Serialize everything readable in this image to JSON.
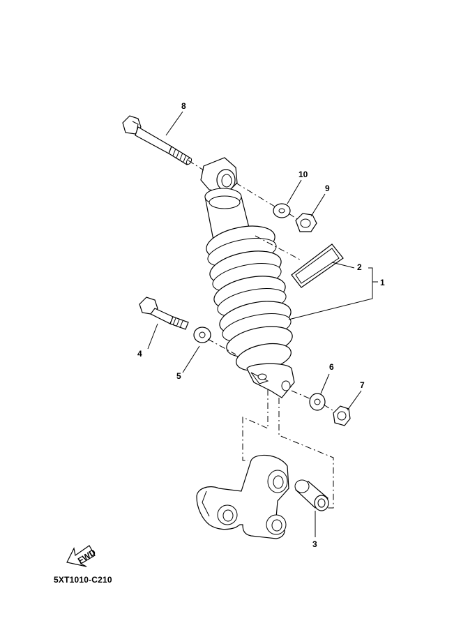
{
  "callouts": [
    {
      "id": "1",
      "label": "1"
    },
    {
      "id": "2",
      "label": "2"
    },
    {
      "id": "3",
      "label": "3"
    },
    {
      "id": "4",
      "label": "4"
    },
    {
      "id": "5",
      "label": "5"
    },
    {
      "id": "6",
      "label": "6"
    },
    {
      "id": "7",
      "label": "7"
    },
    {
      "id": "8",
      "label": "8"
    },
    {
      "id": "9",
      "label": "9"
    },
    {
      "id": "10",
      "label": "10"
    }
  ],
  "fwd_label": "FWD",
  "diagram_code": "5XT1010-C210"
}
